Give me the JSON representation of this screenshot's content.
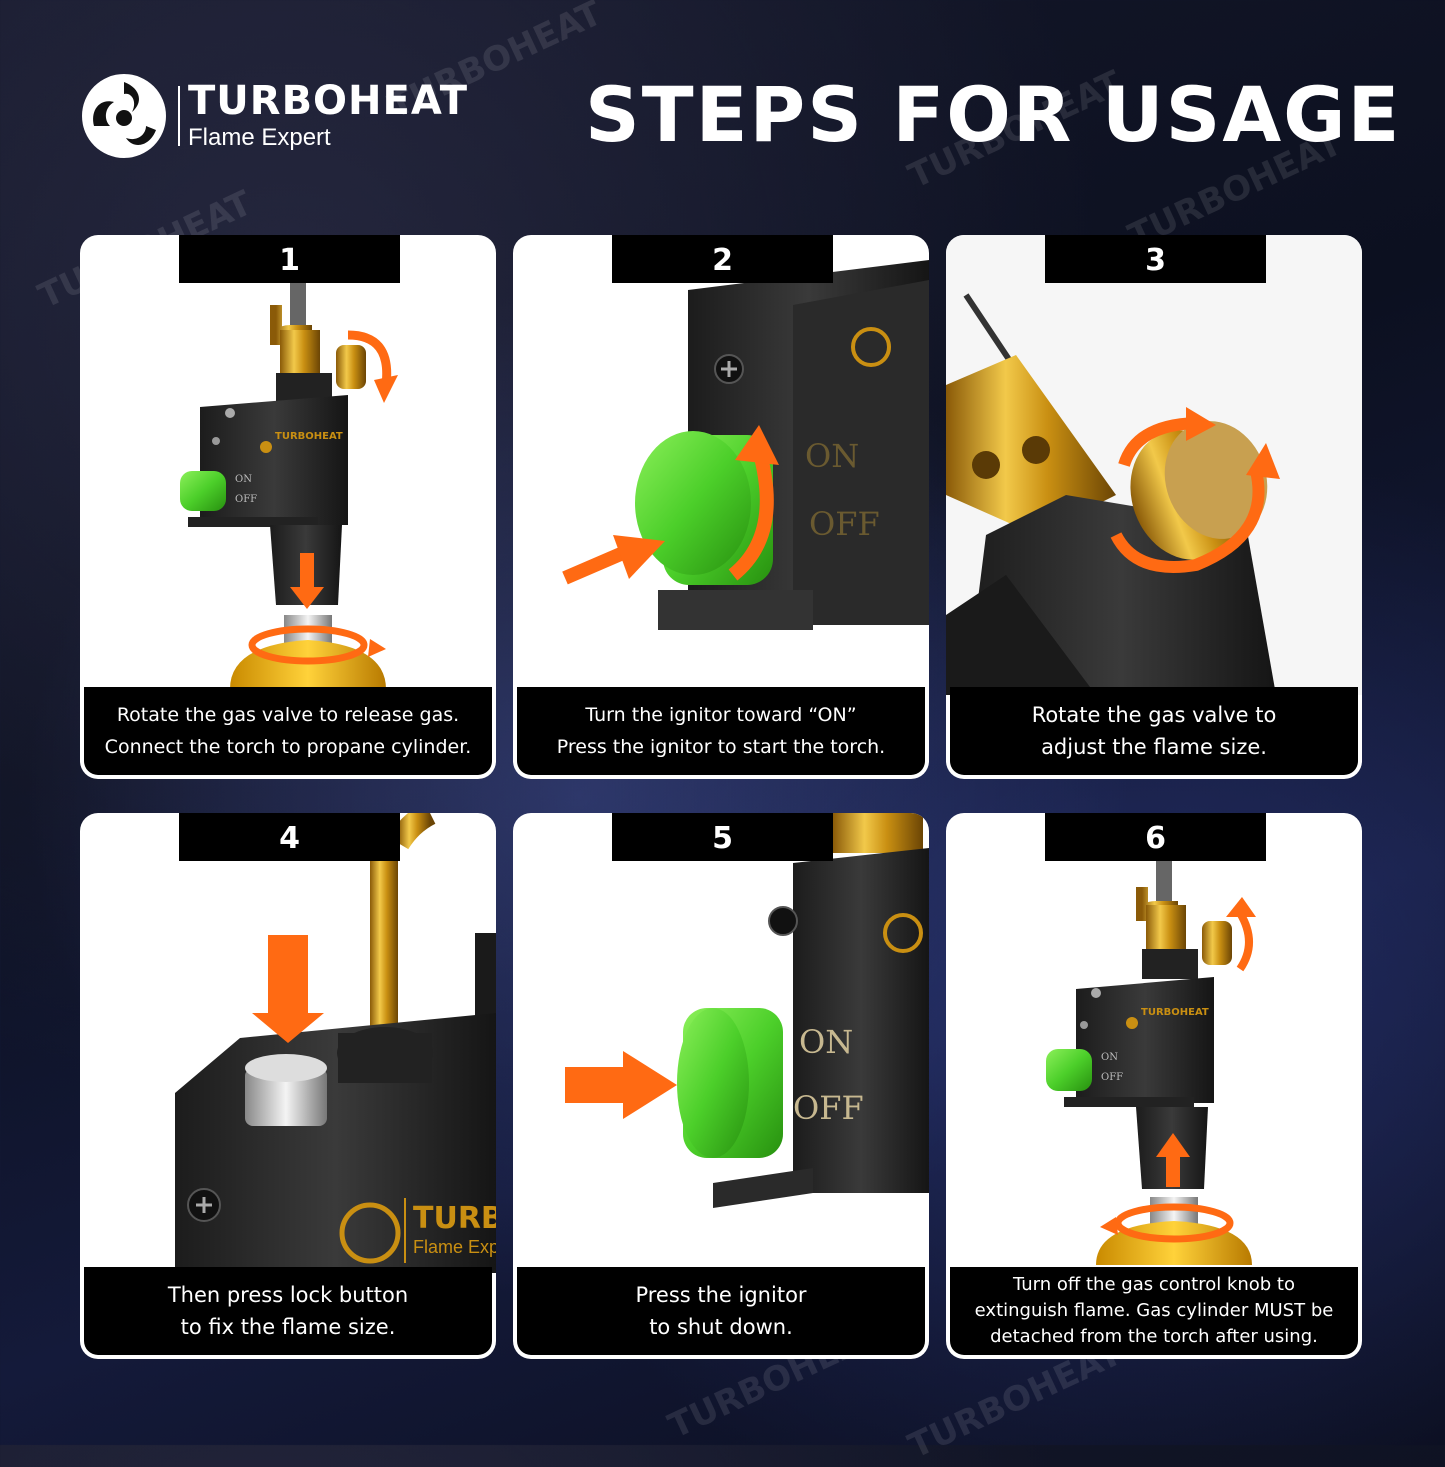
{
  "brand": {
    "name": "TURBOHEAT",
    "tagline": "Flame Expert"
  },
  "title": "STEPS FOR USAGE",
  "steps": [
    {
      "number": "1",
      "line1": "Rotate the gas valve to release gas.",
      "line2": "Connect the torch to propane cylinder.",
      "panel_text": [
        "TURBOHEAT",
        "ON",
        "OFF"
      ]
    },
    {
      "number": "2",
      "line1": "Turn the ignitor toward “ON”",
      "line2": "Press the ignitor to start the torch.",
      "panel_text": [
        "ON",
        "OFF"
      ]
    },
    {
      "number": "3",
      "line1": "Rotate the gas valve to",
      "line2": "adjust the flame size."
    },
    {
      "number": "4",
      "line1": "Then press lock button",
      "line2": "to fix the flame size.",
      "panel_text": [
        "TURB",
        "Flame Expe"
      ]
    },
    {
      "number": "5",
      "line1": "Press the ignitor",
      "line2": "to shut down.",
      "panel_text": [
        "ON",
        "OFF"
      ]
    },
    {
      "number": "6",
      "line1": "Turn off the gas control knob to",
      "line2": "extinguish flame. Gas cylinder MUST be",
      "line3": "detached from the torch after using.",
      "panel_text": [
        "TURBOHEAT",
        "ON",
        "OFF"
      ]
    }
  ],
  "colors": {
    "accent_arrow": "#ff6a13",
    "knob_green": "#4ccf2a",
    "brass": "#d9a520",
    "cylinder_yellow": "#f2b800",
    "caption_bg": "#000000",
    "card_bg": "#ffffff"
  }
}
